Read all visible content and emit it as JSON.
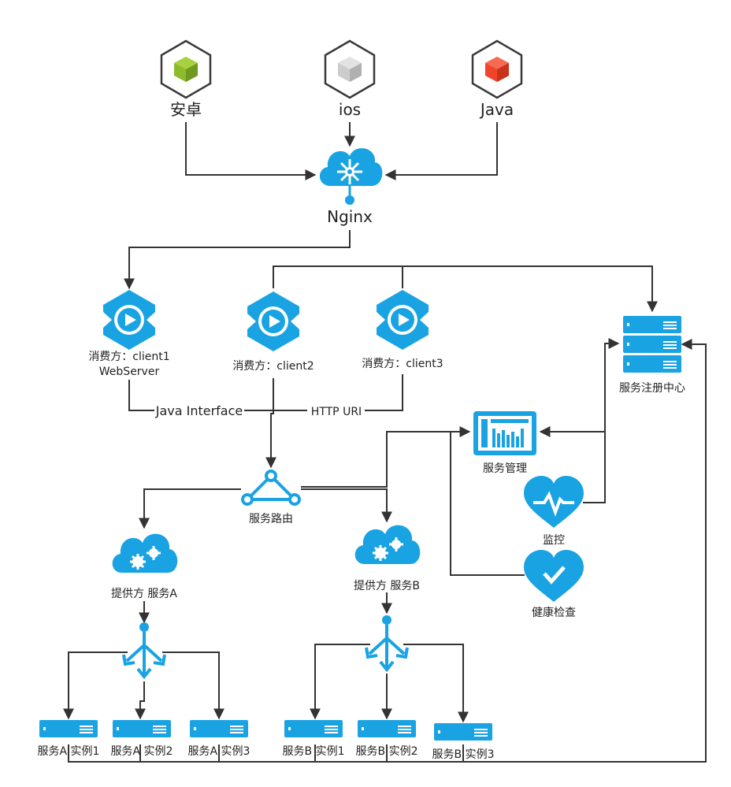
{
  "colors": {
    "accent": "#1aa3e3",
    "android_green": "#8cbb2b",
    "ios_gray": "#cccccc",
    "java_red": "#f0452a",
    "line": "#333333"
  },
  "clients": {
    "android": "安卓",
    "ios": "ios",
    "java": "Java"
  },
  "nginx": "Nginx",
  "consumers": {
    "c1_line1": "消费方：client1",
    "c1_line2": "WebServer",
    "c2": "消费方：client2",
    "c3": "消费方：client3"
  },
  "edges": {
    "java_interface": "Java Interface",
    "http_uri": "HTTP URI"
  },
  "registry": "服务注册中心",
  "management": "服务管理",
  "monitor": "监控",
  "health_check": "健康检查",
  "router": "服务路由",
  "providers": {
    "a": "提供方 服务A",
    "b": "提供方 服务B"
  },
  "instances": {
    "a1": "服务A 实例1",
    "a2": "服务A 实例2",
    "a3": "服务A 实例3",
    "b1": "服务B 实例1",
    "b2": "服务B 实例2",
    "b3": "服务B 实例3"
  },
  "icons": {
    "client": "cube-hexagon-icon",
    "nginx": "cloud-network-icon",
    "consumer": "play-hexagon-icon",
    "registry": "server-stack-icon",
    "management": "dashboard-icon",
    "monitor": "heart-pulse-icon",
    "health": "heart-check-icon",
    "router": "triangle-network-icon",
    "provider": "cloud-gears-icon",
    "load_balancer": "split-arrows-icon",
    "instance": "server-icon"
  }
}
